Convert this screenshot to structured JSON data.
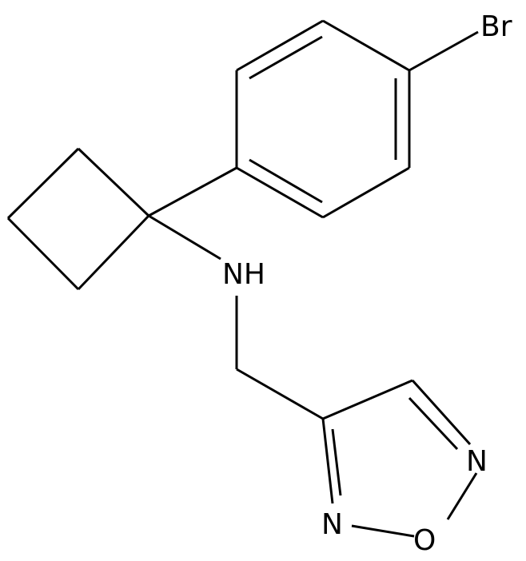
{
  "molecule": {
    "atom_labels": {
      "bromine": "Br",
      "amine": "NH",
      "ring_nitrogen_right": "N",
      "ring_nitrogen_left": "N",
      "ring_oxygen": "O"
    },
    "line_color": "#000000",
    "background_color": "#ffffff"
  }
}
